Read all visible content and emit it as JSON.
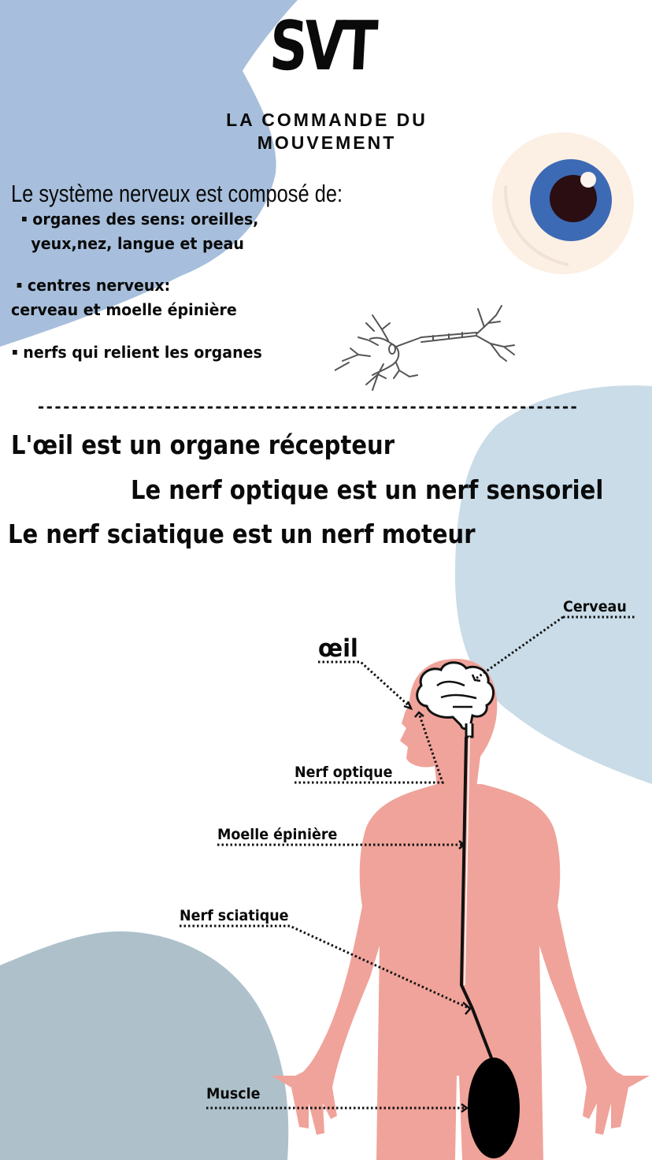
{
  "header": {
    "title": "SVT",
    "subtitle_line1": "LA COMMANDE DU",
    "subtitle_line2": "MOUVEMENT"
  },
  "intro": {
    "heading": "Le système nerveux est composé de:",
    "bullets": [
      {
        "line1": "organes des sens: oreilles,",
        "line2": "yeux,nez, langue et peau"
      },
      {
        "line1": "centres nerveux:",
        "line2": "cerveau et moelle épinière"
      },
      {
        "line1": "nerfs qui relient les organes"
      }
    ]
  },
  "divider": "----------------------------------------------------------------",
  "statements": [
    "L'œil est un organe récepteur",
    "Le nerf optique est un nerf sensoriel",
    "Le nerf sciatique est un nerf moteur"
  ],
  "diagram": {
    "labels": {
      "cerveau": "Cerveau",
      "oeil": "œil",
      "nerf_optique": "Nerf optique",
      "moelle": "Moelle épinière",
      "nerf_sciatique": "Nerf sciatique",
      "muscle": "Muscle"
    }
  },
  "colors": {
    "blob_top_left": "#a7bfdc",
    "blob_right": "#c9dce8",
    "blob_bottom_left": "#aec1cb",
    "body_skin": "#f0a39a",
    "eye_sclera": "#fcefe4",
    "eye_iris": "#3c6ab4",
    "eye_pupil": "#2a0e12",
    "text": "#0a0a0a"
  }
}
